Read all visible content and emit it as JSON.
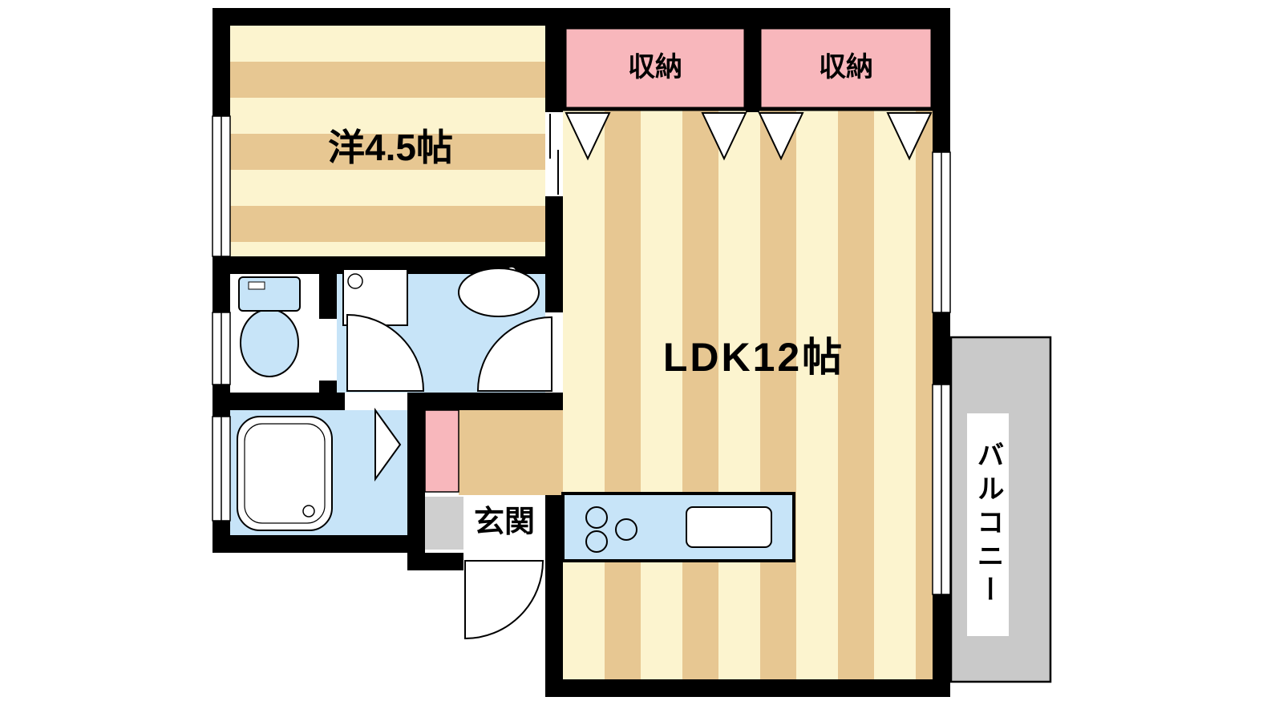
{
  "rooms": {
    "western": {
      "label": "洋4.5帖"
    },
    "closet_left": {
      "label": "収納"
    },
    "closet_right": {
      "label": "収納"
    },
    "ldk": {
      "label": "LDK12帖"
    },
    "entrance": {
      "label": "玄関"
    },
    "balcony": {
      "label": "バルコニー"
    }
  },
  "colors": {
    "wall": "#000000",
    "cream": "#fcf4cf",
    "tan": "#e7c792",
    "pink": "#f8b7bc",
    "fixture_blue": "#c7e4f8",
    "balcony_gray": "#c9c9c9",
    "mat_gray": "#cfcfcf",
    "bg": "#ffffff"
  }
}
